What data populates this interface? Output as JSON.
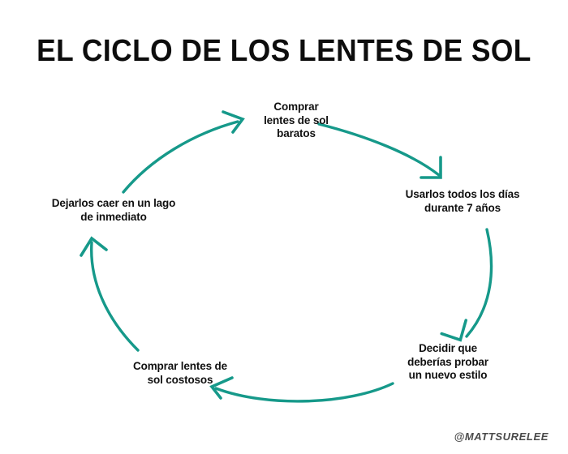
{
  "page": {
    "title": "EL CICLO DE LOS LENTES DE SOL",
    "background_color": "#ffffff",
    "title_color": "#0d0d0d",
    "accent_color": "#16998A",
    "label_color": "#111111",
    "watermark": "@MATTSURELEE",
    "watermark_color": "#4a4a4a"
  },
  "diagram": {
    "type": "cycle",
    "direction": "clockwise",
    "step_count": 5,
    "nodes": [
      {
        "id": "node-0",
        "index": 1,
        "text": "Comprar\nlentes de sol\nbaratos",
        "position": "top"
      },
      {
        "id": "node-1",
        "index": 2,
        "text": "Usarlos todos los días\ndurante 7 años",
        "position": "right"
      },
      {
        "id": "node-2",
        "index": 3,
        "text": "Decidir que\ndeberías probar\nun nuevo estilo",
        "position": "bottom-right"
      },
      {
        "id": "node-3",
        "index": 4,
        "text": "Comprar lentes de\nsol costosos",
        "position": "bottom-left"
      },
      {
        "id": "node-4",
        "index": 5,
        "text": "Dejarlos caer en un lago\nde inmediato",
        "position": "left"
      }
    ],
    "arrows": [
      {
        "id": "arrow-0",
        "from": "node-0",
        "to": "node-1",
        "direction": "down-right"
      },
      {
        "id": "arrow-1",
        "from": "node-1",
        "to": "node-2",
        "direction": "down-left"
      },
      {
        "id": "arrow-2",
        "from": "node-2",
        "to": "node-3",
        "direction": "left"
      },
      {
        "id": "arrow-3",
        "from": "node-3",
        "to": "node-4",
        "direction": "up"
      },
      {
        "id": "arrow-4",
        "from": "node-4",
        "to": "node-0",
        "direction": "up-right"
      }
    ]
  }
}
